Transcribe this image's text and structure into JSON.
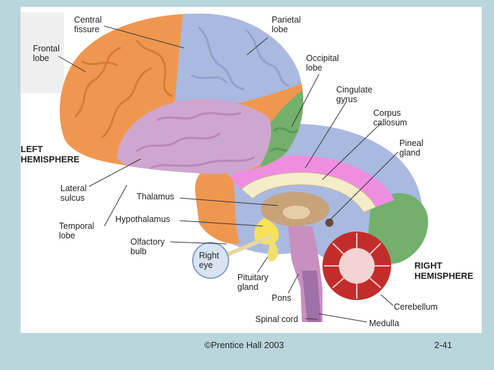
{
  "labels": {
    "central_fissure": "Central\nfissure",
    "parietal_lobe": "Parietal\nlobe",
    "frontal_lobe": "Frontal\nlobe",
    "occipital_lobe": "Occipital\nlobe",
    "cingulate_gyrus": "Cingulate\ngyrus",
    "corpus_callosum": "Corpus\ncallosum",
    "pineal_gland": "Pineal\ngland",
    "left_hemisphere": "LEFT\nHEMISPHERE",
    "lateral_sulcus": "Lateral\nsulcus",
    "thalamus": "Thalamus",
    "hypothalamus": "Hypothalamus",
    "temporal_lobe": "Temporal\nlobe",
    "olfactory_bulb": "Olfactory\nbulb",
    "right_eye": "Right\neye",
    "pituitary_gland": "Pituitary\ngland",
    "pons": "Pons",
    "right_hemisphere": "RIGHT\nHEMISPHERE",
    "cerebellum": "Cerebellum",
    "spinal_cord": "Spinal cord",
    "medulla": "Medulla"
  },
  "footer": {
    "copyright": "©Prentice Hall 2003",
    "slide_number": "2-41"
  },
  "colors": {
    "background": "#b9d6dc",
    "frontal": "#f0974f",
    "parietal": "#a9b9e0",
    "occipital": "#72b06c",
    "temporal": "#cfa6cf",
    "cingulate": "#ef8ee0",
    "corpus_callosum": "#f5ecc8",
    "thalamus": "#c8a279",
    "hypothalamus": "#f5e15a",
    "brainstem": "#c890c0",
    "cerebellum": "#c22d2b"
  }
}
